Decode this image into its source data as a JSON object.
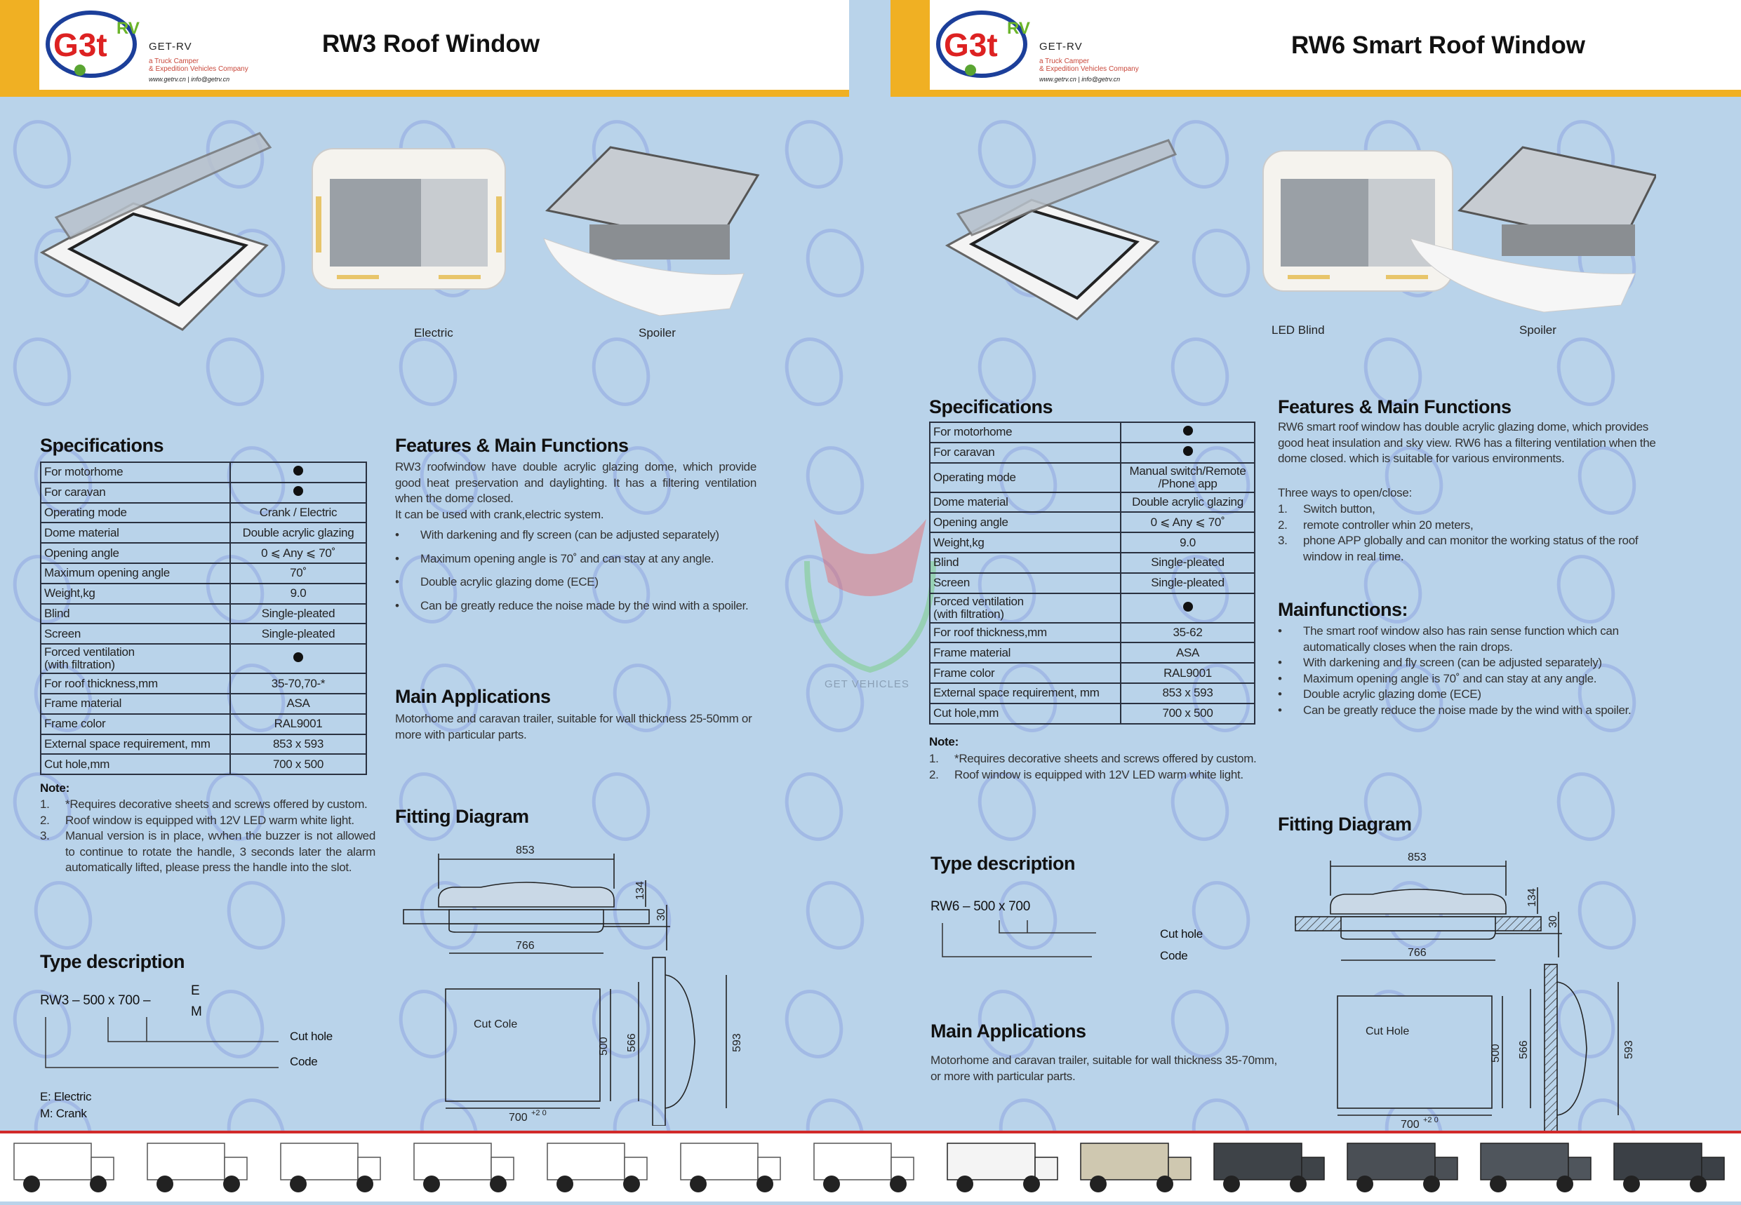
{
  "logo": {
    "brand": "GET-RV",
    "tagline_1": "a Truck Camper",
    "tagline_2": "& Expedition Vehicles Company",
    "web": "www.getrv.cn | info@getrv.cn",
    "mark": "G3t RV"
  },
  "colors": {
    "background": "#b9d3ea",
    "accent": "#f0b023",
    "footer_line": "#d12a2a"
  },
  "watermark": {
    "text": "GET VEHICLES"
  },
  "left": {
    "title": "RW3 Roof Window",
    "captions": [
      "Electric",
      "Spoiler"
    ],
    "specs_title": "Specifications",
    "specs": [
      {
        "k": "For motorhome",
        "v": "●"
      },
      {
        "k": "For caravan",
        "v": "●"
      },
      {
        "k": "Operating mode",
        "v": "Crank / Electric"
      },
      {
        "k": "Dome material",
        "v": "Double acrylic glazing"
      },
      {
        "k": "Opening angle",
        "v": "0 ⩽ Any ⩽ 70˚"
      },
      {
        "k": "Maximum opening angle",
        "v": "70˚"
      },
      {
        "k": "Weight,kg",
        "v": "9.0"
      },
      {
        "k": "Blind",
        "v": "Single-pleated"
      },
      {
        "k": "Screen",
        "v": "Single-pleated"
      },
      {
        "k": "Forced ventilation\n(with filtration)",
        "v": "●"
      },
      {
        "k": "For roof thickness,mm",
        "v": "35-70,70-*"
      },
      {
        "k": "Frame material",
        "v": "ASA"
      },
      {
        "k": "Frame color",
        "v": "RAL9001"
      },
      {
        "k": "External space requirement, mm",
        "v": "853 x 593"
      },
      {
        "k": "Cut hole,mm",
        "v": "700 x 500"
      }
    ],
    "note_title": "Note:",
    "notes": [
      "*Requires decorative sheets and screws offered by custom.",
      "Roof window is equipped with 12V LED warm white light.",
      "Manual version is in place, wvhen the buzzer is not allowed to continue to rotate the handle, 3 seconds later the alarm automatically lifted, please press the handle into the slot."
    ],
    "type_title": "Type description",
    "type_code": "RW3 – 500 x 700 –",
    "type_suffix_1": "E",
    "type_suffix_2": "M",
    "type_cut": "Cut hole",
    "type_codelabel": "Code",
    "legend_e": "E:  Electric",
    "legend_m": "M:  Crank",
    "features_title": "Features & Main Functions",
    "features_intro": "RW3 roofwindow have double acrylic glazing dome, which provide good heat preservation and daylighting. It has a filtering ventilation when the dome closed.",
    "features_intro2": "It can be used with crank,electric system.",
    "features": [
      "With darkening and fly screen (can be adjusted separately)",
      "Maximum opening angle is 70˚ and can stay at any angle.",
      "Double acrylic glazing dome (ECE)",
      "Can be greatly reduce the noise made by the wind with a spoiler."
    ],
    "apps_title": "Main Applications",
    "apps_text": "Motorhome and caravan trailer, suitable for wall thickness 25-50mm or more with particular parts.",
    "fitting_title": "Fitting Diagram",
    "diagram": {
      "w_top": "853",
      "w_bottom": "766",
      "h1": "134",
      "h2": "30",
      "hole": "Cut  Cole",
      "hole_h": "500",
      "hole_w": "700",
      "tol": "+2 0",
      "side1": "566",
      "side2": "593"
    }
  },
  "right": {
    "title": "RW6 Smart Roof Window",
    "captions": [
      "LED Blind",
      "Spoiler"
    ],
    "specs_title": "Specifications",
    "specs": [
      {
        "k": "For motorhome",
        "v": "●"
      },
      {
        "k": "For caravan",
        "v": "●"
      },
      {
        "k": "Operating mode",
        "v": "Manual switch/Remote\n/Phone app"
      },
      {
        "k": "Dome material",
        "v": "Double acrylic glazing"
      },
      {
        "k": "Opening angle",
        "v": "0 ⩽ Any ⩽ 70˚"
      },
      {
        "k": "Weight,kg",
        "v": "9.0"
      },
      {
        "k": "Blind",
        "v": "Single-pleated"
      },
      {
        "k": "Screen",
        "v": "Single-pleated"
      },
      {
        "k": "Forced ventilation\n(with filtration)",
        "v": "●"
      },
      {
        "k": "For roof thickness,mm",
        "v": "35-62"
      },
      {
        "k": "Frame material",
        "v": "ASA"
      },
      {
        "k": "Frame color",
        "v": "RAL9001"
      },
      {
        "k": "External space requirement, mm",
        "v": "853 x 593"
      },
      {
        "k": "Cut hole,mm",
        "v": "700 x 500"
      }
    ],
    "note_title": "Note:",
    "notes": [
      "*Requires decorative sheets and screws offered by custom.",
      "Roof window is equipped with 12V LED warm white light."
    ],
    "type_title": "Type description",
    "type_code": "RW6 – 500 x 700",
    "type_cut": "Cut hole",
    "type_codelabel": "Code",
    "features_title": "Features & Main Functions",
    "features_intro": "RW6 smart roof window has double acrylic glazing dome, which provides good heat insulation and sky view. RW6 has a filtering ventilation when the dome closed. which is suitable for various environments.",
    "ways_title": "Three ways to open/close:",
    "ways": [
      "Switch button,",
      "remote controller whin 20 meters,",
      "phone APP globally and can monitor the working status of the roof window in real time."
    ],
    "mainfunctions_title": "Mainfunctions:",
    "mainfunctions": [
      "The smart roof window also has rain sense function which can automatically closes when the rain drops.",
      "With darkening and fly screen (can be adjusted separately)",
      "Maximum opening angle is 70˚ and can stay at any angle.",
      "Double acrylic glazing dome (ECE)",
      "Can be greatly reduce the noise made by the wind with a spoiler."
    ],
    "apps_title": "Main Applications",
    "apps_text": "Motorhome and caravan trailer, suitable for wall thickness 35-70mm, or more with particular parts.",
    "fitting_title": "Fitting Diagram",
    "diagram": {
      "w_top": "853",
      "w_bottom": "766",
      "h1": "134",
      "h2": "30",
      "hole": "Cut Hole",
      "hole_h": "500",
      "hole_w": "700",
      "tol": "+2 0",
      "side1": "566",
      "side2": "593"
    }
  }
}
